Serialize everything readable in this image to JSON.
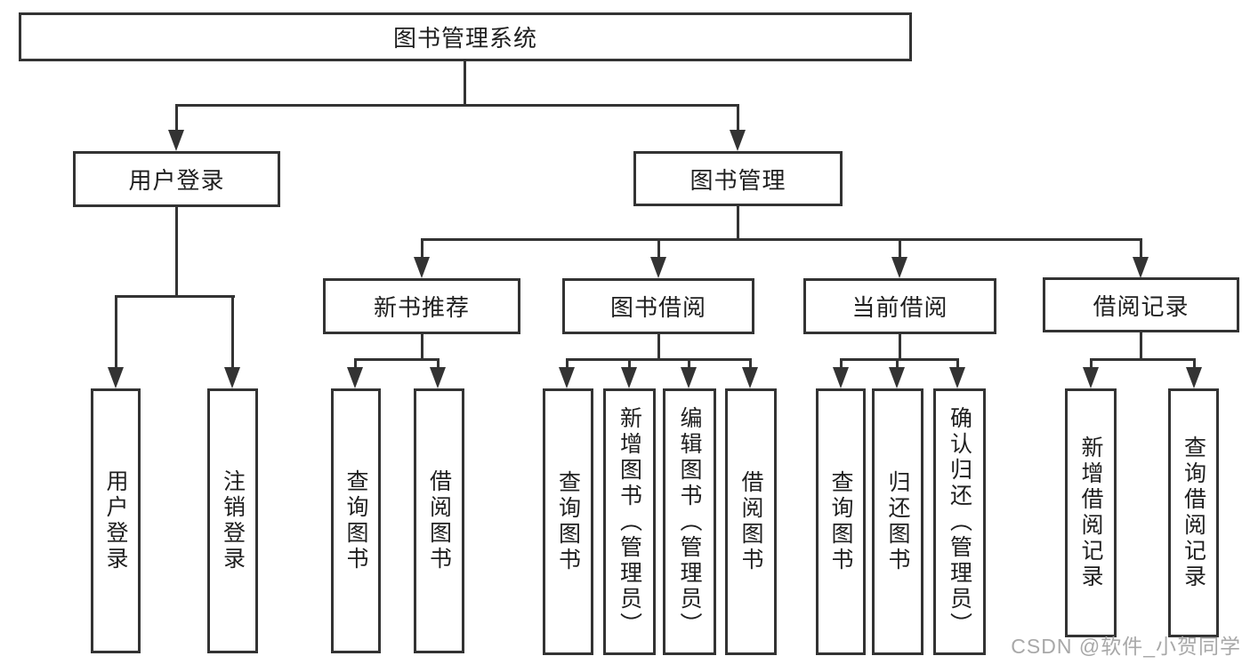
{
  "diagram": {
    "root": {
      "label": "图书管理系统"
    },
    "level2": [
      {
        "id": "user-login",
        "label": "用户登录"
      },
      {
        "id": "book-management",
        "label": "图书管理"
      }
    ],
    "level3": [
      {
        "id": "new-book-recommend",
        "label": "新书推荐"
      },
      {
        "id": "book-borrow",
        "label": "图书借阅"
      },
      {
        "id": "current-borrow",
        "label": "当前借阅"
      },
      {
        "id": "borrow-records",
        "label": "借阅记录"
      }
    ],
    "leaves": {
      "user_login": [
        {
          "label": "用户登录"
        },
        {
          "label": "注销登录"
        }
      ],
      "new_book_recommend": [
        {
          "label": "查询图书"
        },
        {
          "label": "借阅图书"
        }
      ],
      "book_borrow": [
        {
          "label": "查询图书"
        },
        {
          "label": "新增图书（管理员）"
        },
        {
          "label": "编辑图书（管理员）"
        },
        {
          "label": "借阅图书"
        }
      ],
      "current_borrow": [
        {
          "label": "查询图书"
        },
        {
          "label": "归还图书"
        },
        {
          "label": "确认归还（管理员）"
        }
      ],
      "borrow_records": [
        {
          "label": "新增借阅记录"
        },
        {
          "label": "查询借阅记录"
        }
      ]
    },
    "watermark": "CSDN @软件_小贺同学",
    "colors": {
      "line": "#333333",
      "border": "#333333",
      "text": "#1f1f1f",
      "watermark": "#a8a8a8",
      "background": "#ffffff"
    }
  }
}
